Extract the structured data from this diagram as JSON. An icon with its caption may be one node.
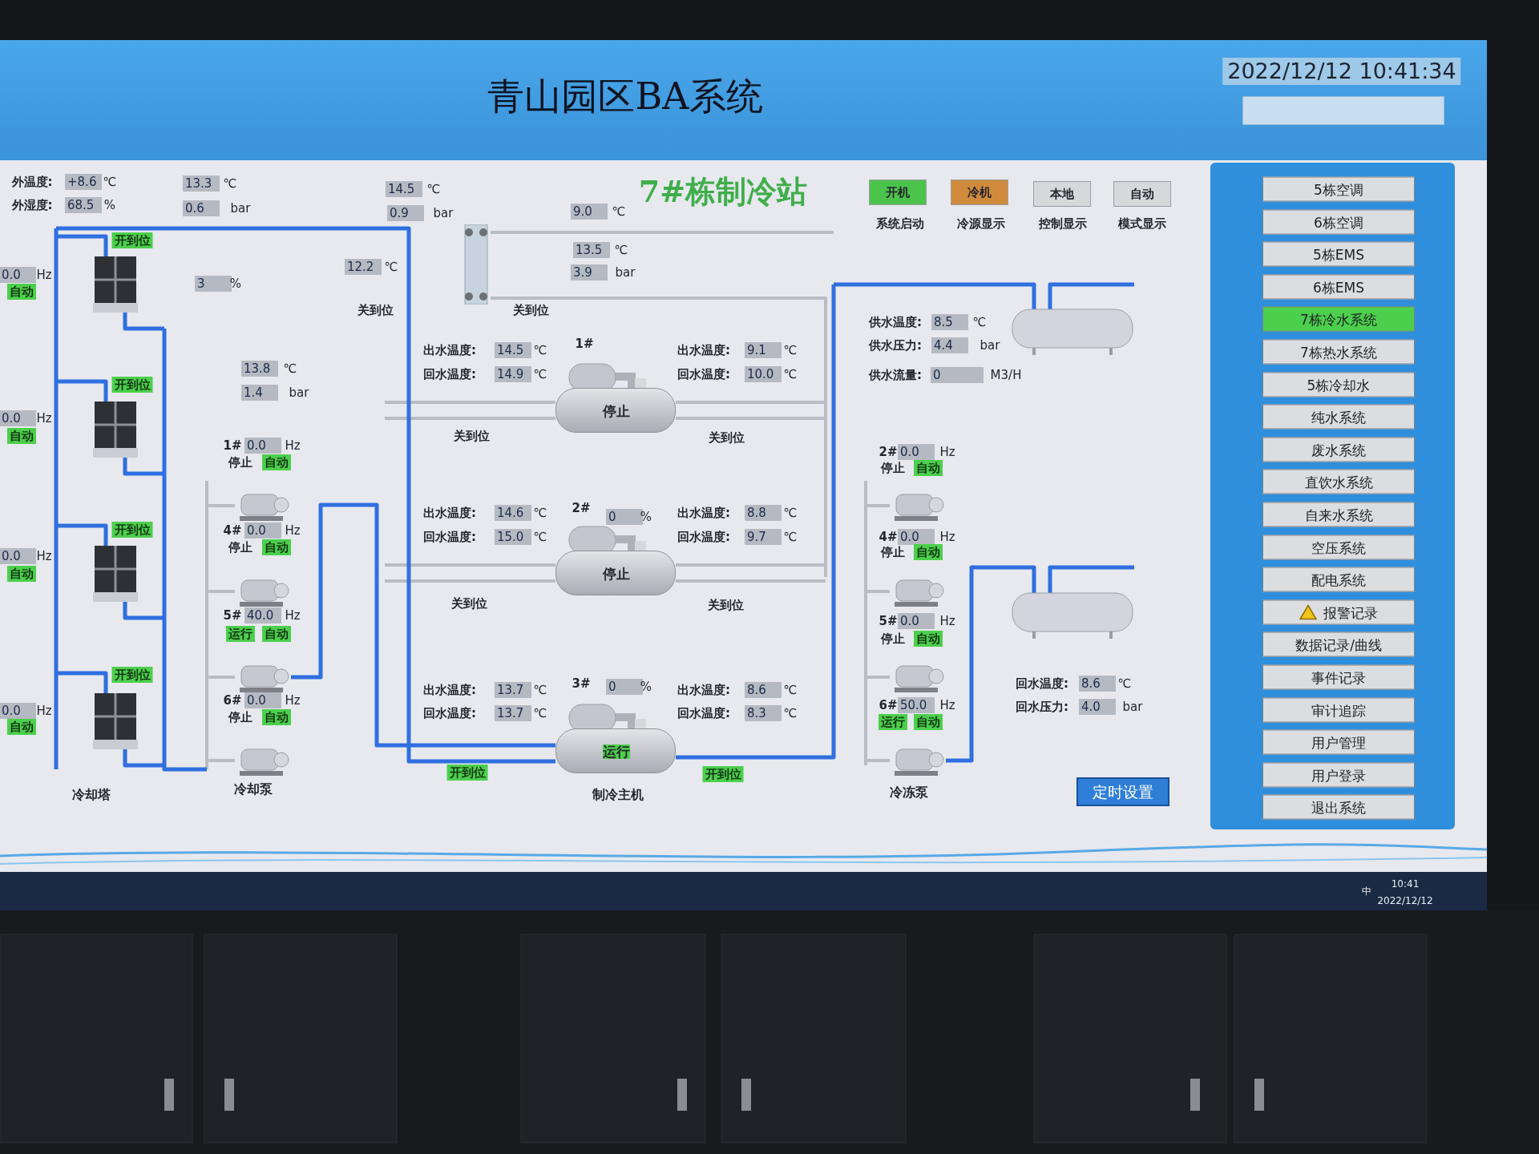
{
  "diagram": {
    "title": "青山园区BA系统",
    "nodes": [
      {
        "text": [
          "停止"
        ],
        "beside": [
          "1#"
        ]
      },
      {
        "text": [
          "停止"
        ],
        "beside": [
          "2#"
        ]
      },
      {
        "text": [
          "运行"
        ],
        "beside": [
          "3#"
        ]
      }
    ],
    "labels": [
      "2022/12/12 10:41:34",
      "外温度:",
      "+8.6",
      "℃",
      "外湿度:",
      "68.5",
      "%",
      "13.3",
      "℃",
      "0.6",
      "bar",
      "14.5",
      "℃",
      "0.9",
      "bar",
      "12.2",
      "℃",
      "3",
      "%",
      "关到位",
      "13.8",
      "℃",
      "1.4",
      "bar",
      "0.0",
      "Hz",
      "自动",
      "0.0",
      "Hz",
      "自动",
      "0.0",
      "Hz",
      "自动",
      "0.0",
      "Hz",
      "自动",
      "开到位",
      "开到位",
      "开到位",
      "开到位",
      "冷却塔",
      "1#",
      "0.0",
      "Hz",
      "停止",
      "自动",
      "4#",
      "0.0",
      "Hz",
      "停止",
      "自动",
      "5#",
      "40.0",
      "Hz",
      "运行",
      "自动",
      "6#",
      "0.0",
      "Hz",
      "停止",
      "自动",
      "冷却泵",
      "7#栋制冷站",
      "9.0",
      "℃",
      "13.5",
      "℃",
      "3.9",
      "bar",
      "关到位",
      "出水温度:",
      "14.5",
      "℃",
      "回水温度:",
      "14.9",
      "℃",
      "出水温度:",
      "9.1",
      "℃",
      "回水温度:",
      "10.0",
      "℃",
      "关到位",
      "关到位",
      "0",
      "%",
      "出水温度:",
      "14.6",
      "℃",
      "回水温度:",
      "15.0",
      "℃",
      "出水温度:",
      "8.8",
      "℃",
      "回水温度:",
      "9.7",
      "℃",
      "关到位",
      "关到位",
      "0",
      "%",
      "出水温度:",
      "13.7",
      "℃",
      "回水温度:",
      "13.7",
      "℃",
      "出水温度:",
      "8.6",
      "℃",
      "回水温度:",
      "8.3",
      "℃",
      "开到位",
      "开到位",
      "制冷主机",
      "开机",
      "冷机",
      "本地",
      "自动",
      "系统启动",
      "冷源显示",
      "控制显示",
      "模式显示",
      "供水温度:",
      "8.5",
      "℃",
      "供水压力:",
      "4.4",
      "bar",
      "供水流量:",
      "0",
      "M3/H",
      "2#",
      "0.0",
      "Hz",
      "停止",
      "自动",
      "4#",
      "0.0",
      "Hz",
      "停止",
      "自动",
      "5#",
      "0.0",
      "Hz",
      "停止",
      "自动",
      "6#",
      "50.0",
      "Hz",
      "运行",
      "自动",
      "冷冻泵",
      "回水温度:",
      "8.6",
      "℃",
      "回水压力:",
      "4.0",
      "bar",
      "定时设置",
      "5栋空调",
      "6栋空调",
      "5栋EMS",
      "6栋EMS",
      "7栋冷水系统",
      "7栋热水系统",
      "5栋冷却水",
      "纯水系统",
      "废水系统",
      "直饮水系统",
      "自来水系统",
      "空压系统",
      "配电系统",
      "报警记录",
      "数据记录/曲线",
      "事件记录",
      "审计追踪",
      "用户管理",
      "用户登录",
      "退出系统",
      "中",
      "10:41",
      "2022/12/12"
    ]
  }
}
